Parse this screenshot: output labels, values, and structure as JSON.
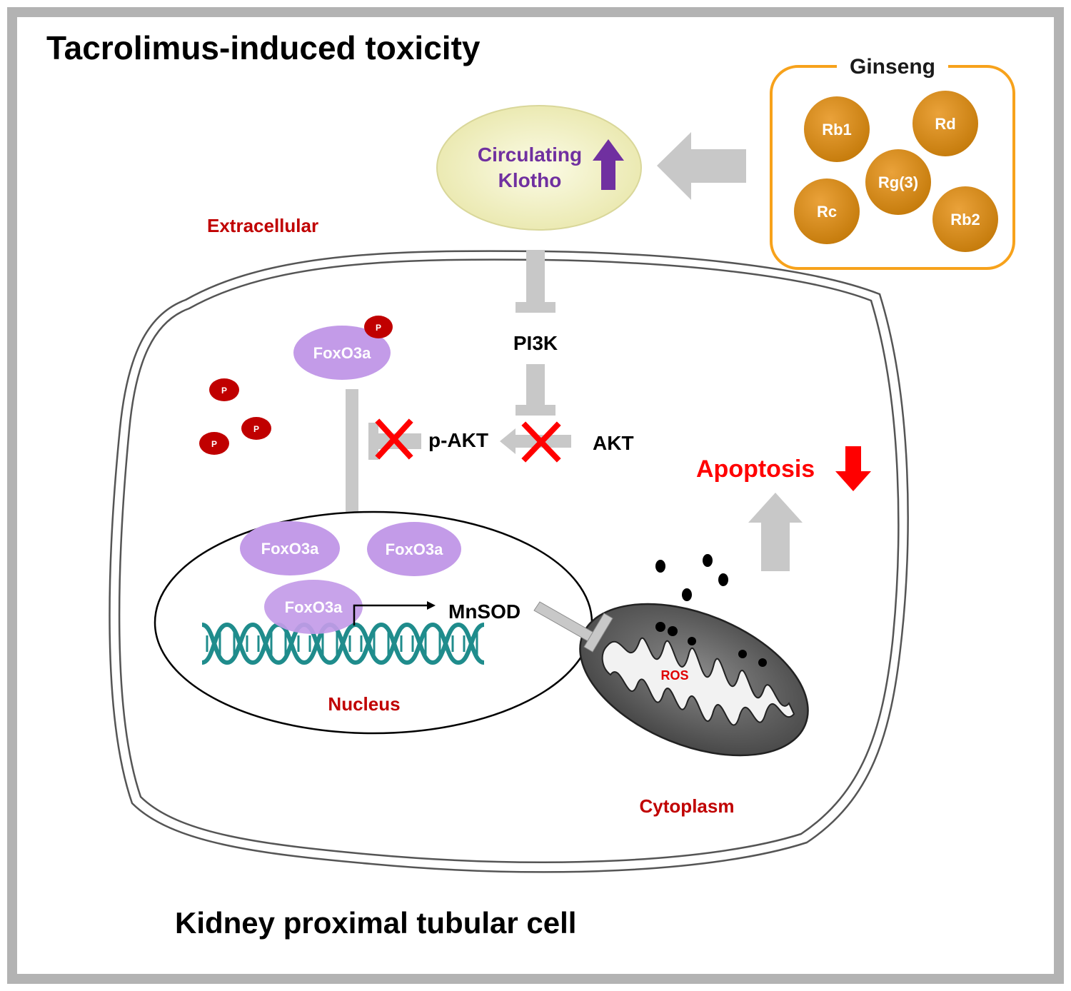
{
  "title": "Tacrolimus-induced toxicity",
  "footer_label": "Kidney proximal tubular cell",
  "ginseng": {
    "label": "Ginseng",
    "compounds": [
      "Rb1",
      "Rd",
      "Rg(3)",
      "Rc",
      "Rb2"
    ]
  },
  "klotho": {
    "line1": "Circulating",
    "line2": "Klotho",
    "change": "up"
  },
  "compartments": {
    "extracellular": "Extracellular",
    "nucleus": "Nucleus",
    "cytoplasm": "Cytoplasm"
  },
  "signaling": {
    "pi3k": "PI3K",
    "akt": "AKT",
    "p_akt": "p-AKT",
    "phospho": "P"
  },
  "foxo": {
    "cytoplasmic": "FoxO3a",
    "nuclear_left": "FoxO3a",
    "nuclear_right": "FoxO3a",
    "promoter_bound": "FoxO3a"
  },
  "target_gene": "MnSOD",
  "ros": "ROS",
  "apoptosis": {
    "label": "Apoptosis",
    "change": "down"
  },
  "colors": {
    "frame": "#b3b3b3",
    "ginseng_border": "#f7a21b",
    "ginseng_fill": "#d98a12",
    "klotho_fill": "#f3f1c6",
    "klotho_text": "#7030a0",
    "compartment_text": "#c00000",
    "foxo_fill": "#c39be8",
    "phospho_fill": "#c00000",
    "inhibit_mark": "#ff0000",
    "apoptosis_text": "#ff0000",
    "dna": "#1f8c8c",
    "arrow_gray": "#bfbfbf",
    "mito_outer": "#555555",
    "mito_inner": "#f2f2f2"
  }
}
